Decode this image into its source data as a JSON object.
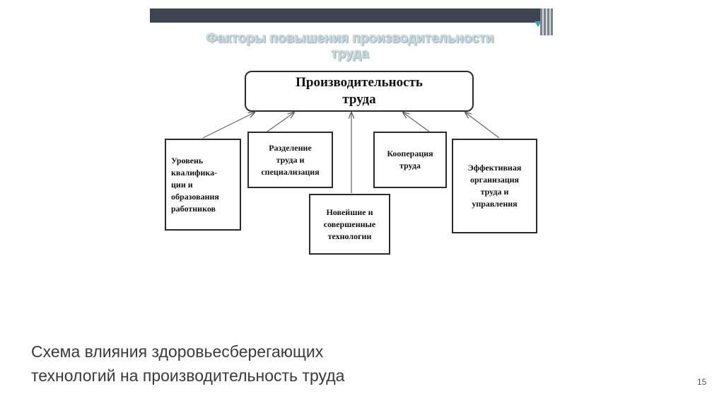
{
  "slide": {
    "header_title": "Факторы повышения производительности\nтруда",
    "caption": "Схема влияния здоровьесберегающих\nтехнологий на производительность труда",
    "page_number": "15"
  },
  "diagram": {
    "main": "Производительность\nтруда",
    "factors": [
      "Уровень\nквалифика-\nции и\nобразования\nработников",
      "Разделение\nтруда и\nспециализация",
      "Кооперация\nтруда",
      "Эффективная\nорганизация\nтруда и\nуправления",
      "Новейшие и\nсовершенные\nтехнологии"
    ]
  }
}
